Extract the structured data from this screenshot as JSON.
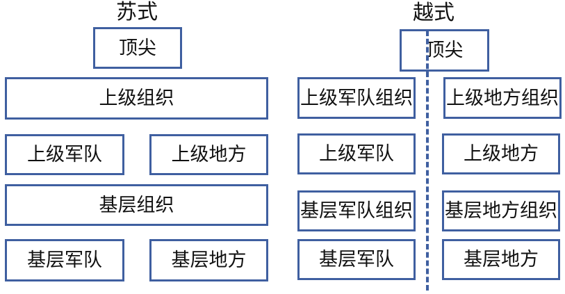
{
  "colors": {
    "box_border": "#3f5fa0",
    "text": "#111111",
    "background": "#ffffff"
  },
  "soviet": {
    "title": "苏式",
    "top": "顶尖",
    "upper_org": "上级组织",
    "upper_military": "上级军队",
    "upper_local": "上级地方",
    "base_org": "基层组织",
    "base_military": "基层军队",
    "base_local": "基层地方"
  },
  "vietnam": {
    "title": "越式",
    "top": "顶尖",
    "upper_military_org": "上级军队组织",
    "upper_local_org": "上级地方组织",
    "upper_military": "上级军队",
    "upper_local": "上级地方",
    "base_military_org": "基层军队组织",
    "base_local_org": "基层地方组织",
    "base_military": "基层军队",
    "base_local": "基层地方"
  }
}
